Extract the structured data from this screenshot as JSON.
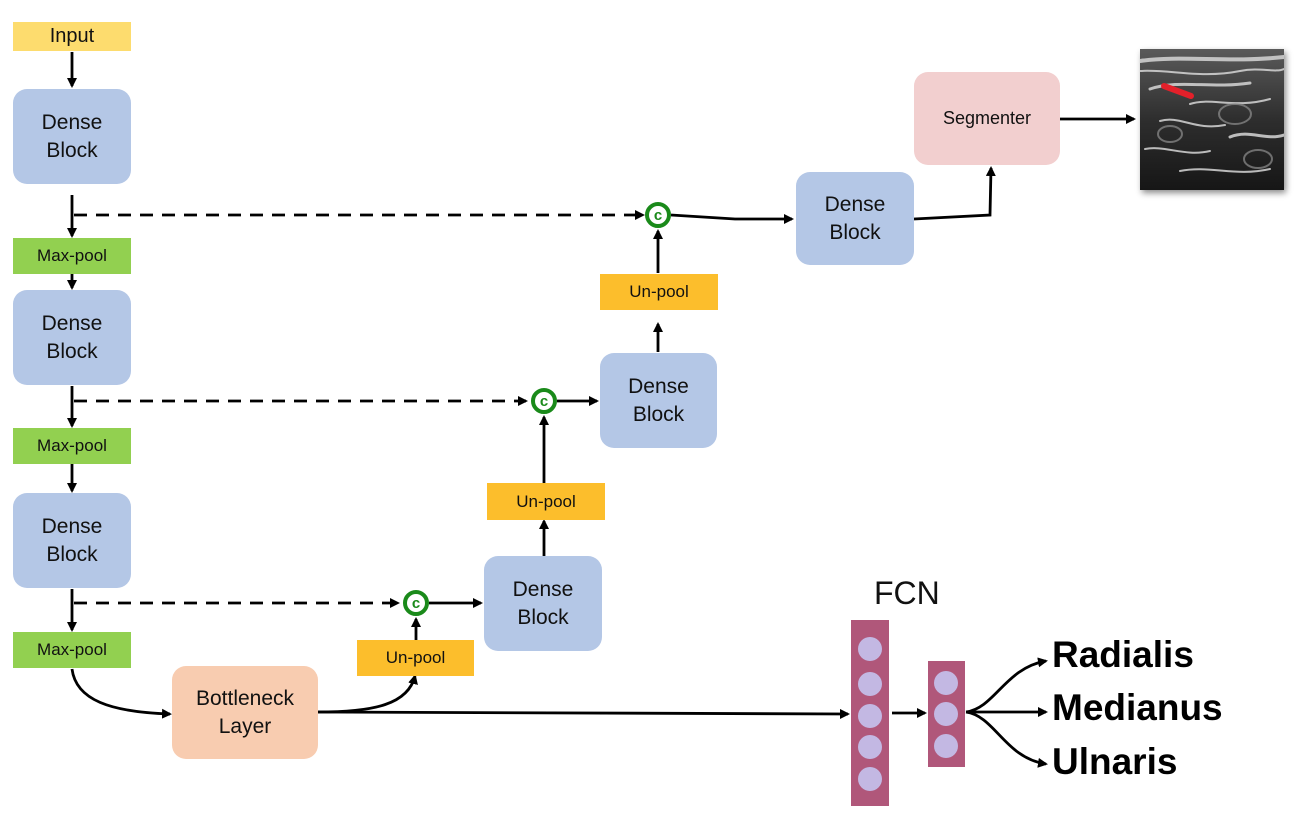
{
  "input_label": "Input",
  "dense_label": "Dense\nBlock",
  "maxpool_label": "Max-pool",
  "unpool_label": "Un-pool",
  "bottleneck_label": "Bottleneck\nLayer",
  "segmenter_label": "Segmenter",
  "concat_symbol": "c",
  "fcn_label": "FCN",
  "outputs": [
    "Radialis",
    "Medianus",
    "Ulnaris"
  ],
  "colors": {
    "input": "#fddc6e",
    "dense_block": "#b4c7e6",
    "max_pool": "#92d050",
    "un_pool": "#fcbe2c",
    "bottleneck": "#f8ccb0",
    "segmenter": "#f2cfcf",
    "concat": "#1a8a1a",
    "fcn_layer": "#b0577a",
    "fcn_neuron": "#c3b8e3",
    "segmentation_mark": "#e3202a"
  }
}
